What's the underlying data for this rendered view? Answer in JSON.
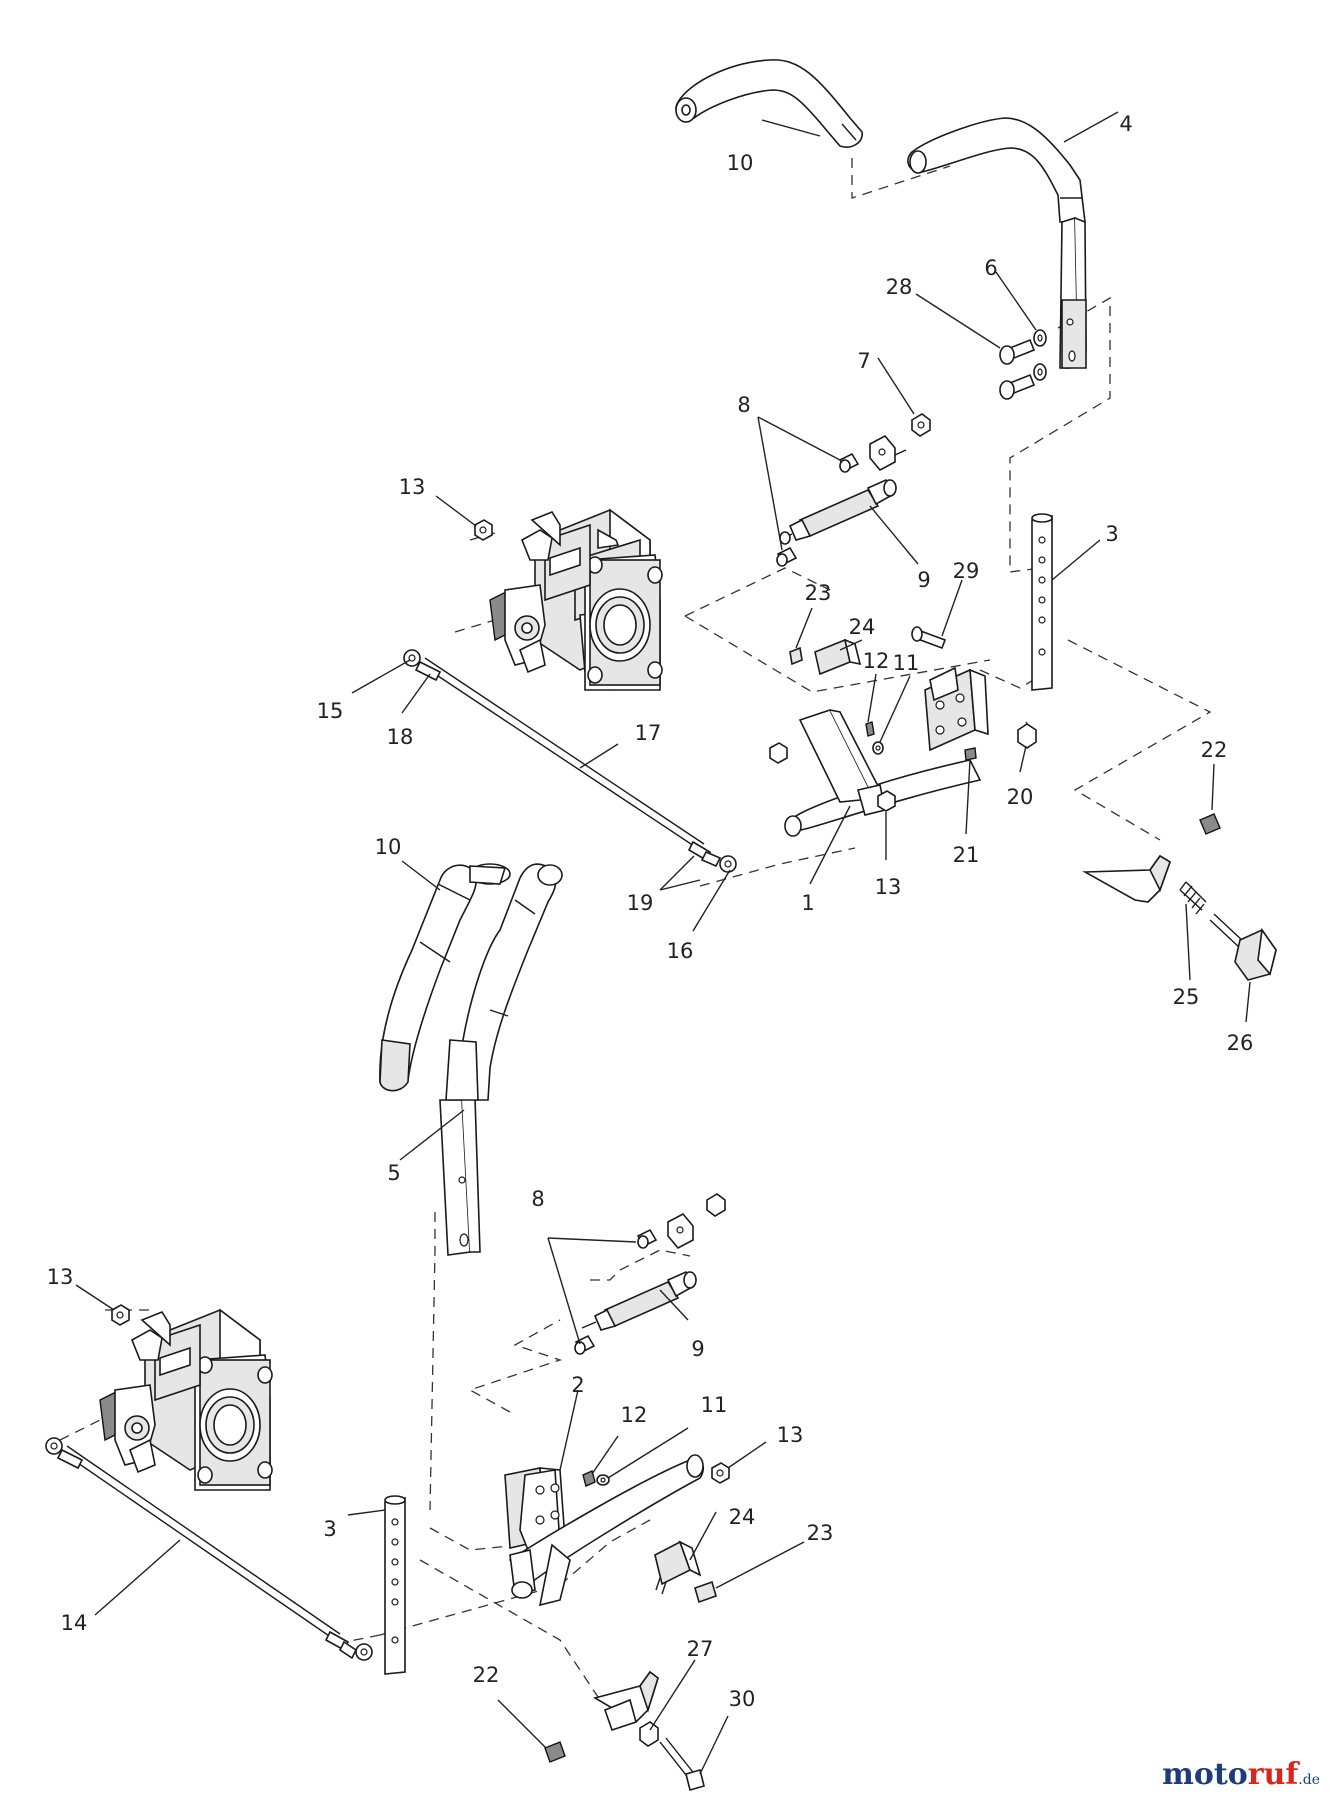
{
  "callouts": [
    {
      "id": "c10a",
      "text": "10"
    },
    {
      "id": "c4",
      "text": "4"
    },
    {
      "id": "c28",
      "text": "28"
    },
    {
      "id": "c6",
      "text": "6"
    },
    {
      "id": "c7",
      "text": "7"
    },
    {
      "id": "c8a",
      "text": "8"
    },
    {
      "id": "c13a",
      "text": "13"
    },
    {
      "id": "c9a",
      "text": "9"
    },
    {
      "id": "c3a",
      "text": "3"
    },
    {
      "id": "c29",
      "text": "29"
    },
    {
      "id": "c23a",
      "text": "23"
    },
    {
      "id": "c24a",
      "text": "24"
    },
    {
      "id": "c12a",
      "text": "12"
    },
    {
      "id": "c11a",
      "text": "11"
    },
    {
      "id": "c15",
      "text": "15"
    },
    {
      "id": "c18",
      "text": "18"
    },
    {
      "id": "c17",
      "text": "17"
    },
    {
      "id": "c22a",
      "text": "22"
    },
    {
      "id": "c20",
      "text": "20"
    },
    {
      "id": "c21",
      "text": "21"
    },
    {
      "id": "c10b",
      "text": "10"
    },
    {
      "id": "c13b",
      "text": "13"
    },
    {
      "id": "c1",
      "text": "1"
    },
    {
      "id": "c19",
      "text": "19"
    },
    {
      "id": "c16",
      "text": "16"
    },
    {
      "id": "c25",
      "text": "25"
    },
    {
      "id": "c26",
      "text": "26"
    },
    {
      "id": "c5",
      "text": "5"
    },
    {
      "id": "c8b",
      "text": "8"
    },
    {
      "id": "c9b",
      "text": "9"
    },
    {
      "id": "c13c",
      "text": "13"
    },
    {
      "id": "c2",
      "text": "2"
    },
    {
      "id": "c12b",
      "text": "12"
    },
    {
      "id": "c11b",
      "text": "11"
    },
    {
      "id": "c13d",
      "text": "13"
    },
    {
      "id": "c3b",
      "text": "3"
    },
    {
      "id": "c24b",
      "text": "24"
    },
    {
      "id": "c23b",
      "text": "23"
    },
    {
      "id": "c14",
      "text": "14"
    },
    {
      "id": "c27",
      "text": "27"
    },
    {
      "id": "c22b",
      "text": "22"
    },
    {
      "id": "c30",
      "text": "30"
    }
  ],
  "watermark": {
    "part1": "mo",
    "part2": "to",
    "part3": "ruf",
    "suffix": ".de"
  },
  "colors": {
    "ink": "#1a1a1a",
    "watermark_blue": "#1d3c7a",
    "watermark_red": "#d9261c"
  }
}
